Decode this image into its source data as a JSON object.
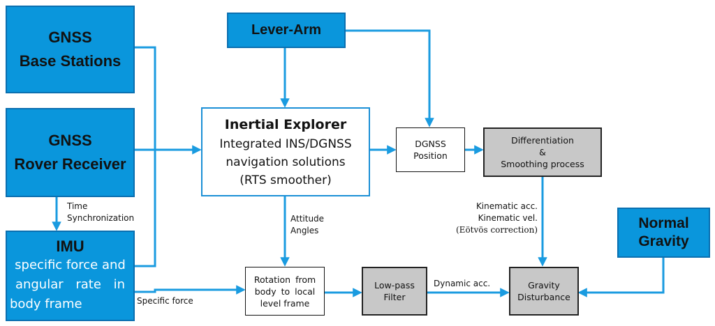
{
  "colors": {
    "box_blue": "#0a96dc",
    "arrow_blue": "#1a9be0",
    "inertial_border": "#1a8fd6",
    "gray_box": "#c8c8c8"
  },
  "boxes": {
    "gnss_base": {
      "line1": "GNSS",
      "line2": "Base Stations"
    },
    "gnss_rover": {
      "line1": "GNSS",
      "line2": "Rover Receiver"
    },
    "imu": {
      "title": "IMU",
      "line1": "specific force and",
      "line2": "angular rate in",
      "line3": "body frame"
    },
    "lever_arm": {
      "label": "Lever-Arm"
    },
    "inertial_explorer": {
      "title": "Inertial Explorer",
      "line1": "Integrated INS/DGNSS",
      "line2": "navigation solutions",
      "line3": "(RTS smoother)"
    },
    "dgnss_position": {
      "line1": "DGNSS",
      "line2": "Position"
    },
    "differentiation": {
      "line1": "Differentiation",
      "line2": "&",
      "line3": "Smoothing process"
    },
    "rotation": {
      "line1": "Rotation from",
      "line2": "body to local",
      "line3": "level frame"
    },
    "low_pass": {
      "line1": "Low-pass",
      "line2": "Filter"
    },
    "gravity_disturbance": {
      "line1": "Gravity",
      "line2": "Disturbance"
    },
    "normal_gravity": {
      "line1": "Normal",
      "line2": "Gravity"
    }
  },
  "labels": {
    "time_sync": {
      "line1": "Time",
      "line2": "Synchronization"
    },
    "attitude": {
      "line1": "Attitude",
      "line2": "Angles"
    },
    "kinematic": {
      "line1": "Kinematic acc.",
      "line2": "Kinematic vel.",
      "line3": "(Eötvös correction)"
    },
    "specific_force": "Specific force",
    "dynamic_acc": "Dynamic acc."
  }
}
